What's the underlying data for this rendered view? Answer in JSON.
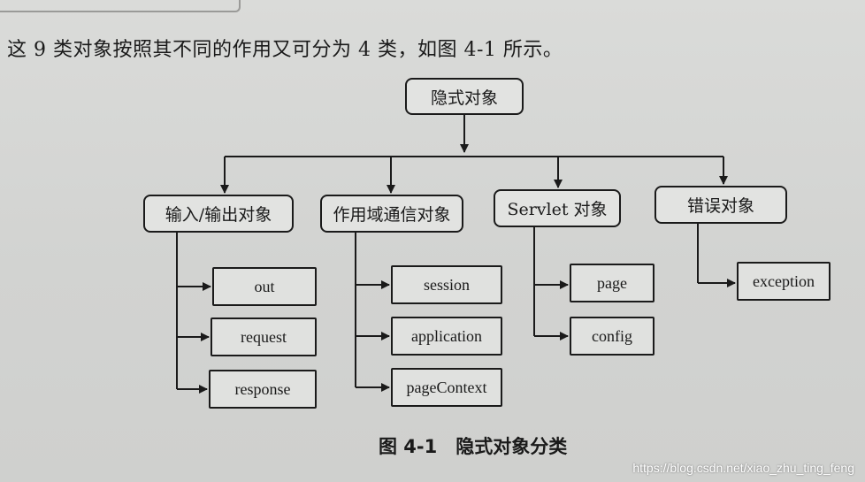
{
  "intro_text": "这 9 类对象按照其不同的作用又可分为 4 类，如图 4-1 所示。",
  "diagram": {
    "root": "隐式对象",
    "categories": [
      {
        "label": "输入/输出对象",
        "children": [
          "out",
          "request",
          "response"
        ]
      },
      {
        "label": "作用域通信对象",
        "children": [
          "session",
          "application",
          "pageContext"
        ]
      },
      {
        "label": "Servlet 对象",
        "children": [
          "page",
          "config"
        ]
      },
      {
        "label": "错误对象",
        "children": [
          "exception"
        ]
      }
    ]
  },
  "caption": "图 4-1　隐式对象分类",
  "watermark": "https://blog.csdn.net/xiao_zhu_ting_feng"
}
